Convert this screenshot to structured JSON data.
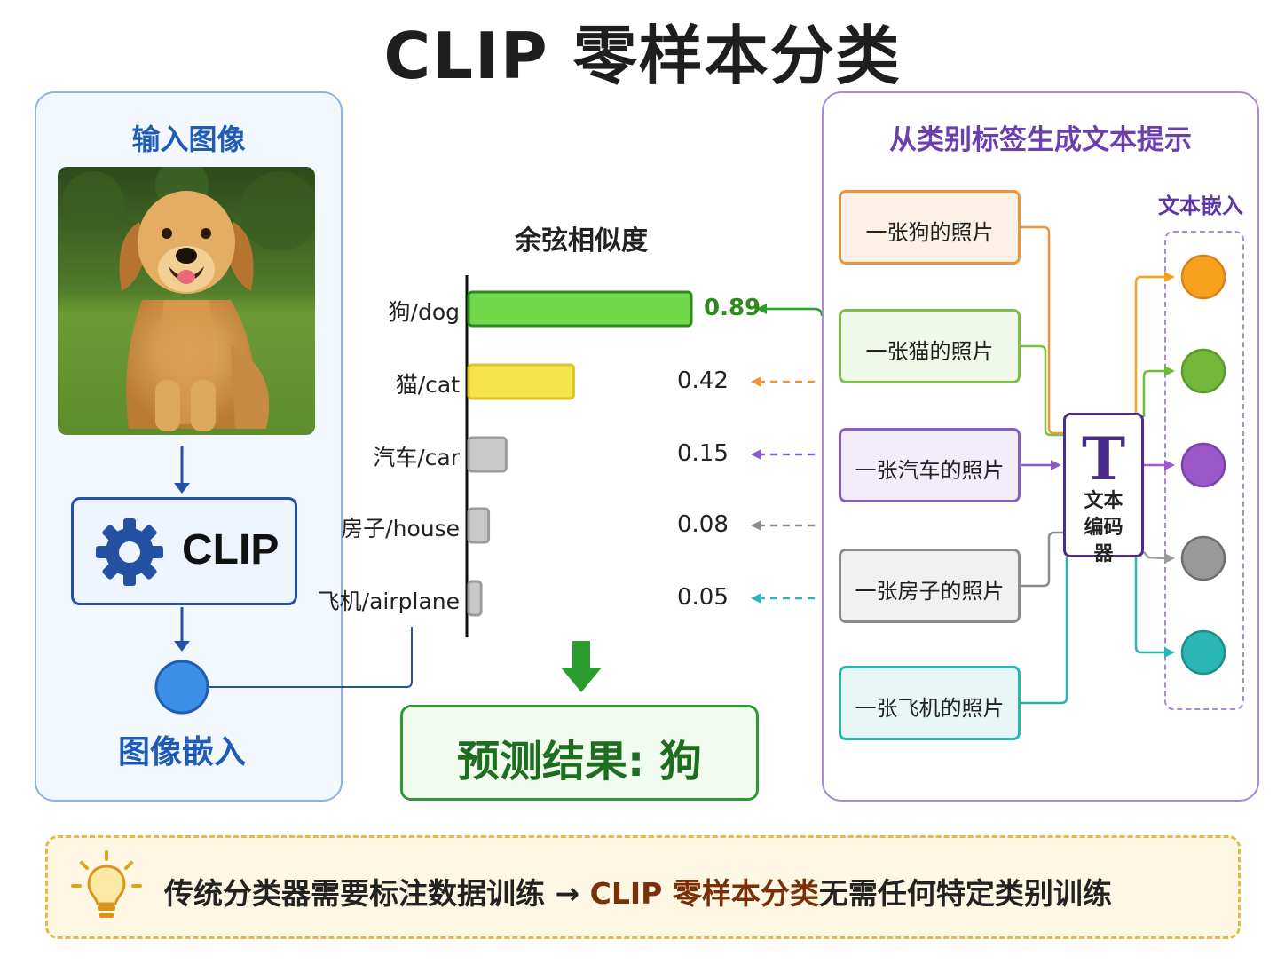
{
  "title": "CLIP 零样本分类",
  "left_panel": {
    "title": "输入图像",
    "model_label": "CLIP",
    "embedding_label": "图像嵌入"
  },
  "similarity": {
    "title": "余弦相似度",
    "result": "预测结果: 狗"
  },
  "chart_data": {
    "type": "bar",
    "orientation": "horizontal",
    "title": "余弦相似度",
    "categories": [
      "狗/dog",
      "猫/cat",
      "汽车/car",
      "房子/house",
      "飞机/airplane"
    ],
    "values": [
      0.89,
      0.42,
      0.15,
      0.08,
      0.05
    ],
    "value_labels": [
      "0.89",
      "0.42",
      "0.15",
      "0.08",
      "0.05"
    ],
    "bar_colors": [
      "#6fd94a",
      "#f5e44c",
      "#c9c9c9",
      "#c9c9c9",
      "#c9c9c9"
    ],
    "xlim": [
      0,
      1
    ]
  },
  "right_panel": {
    "title": "从类别标签生成文本提示",
    "embed_title": "文本嵌入",
    "encoder_symbol": "T",
    "encoder_label": "文本编码器",
    "prompts": [
      {
        "text": "一张狗的照片",
        "color": "#f0923a",
        "fill": "#fdf0e6"
      },
      {
        "text": "一张猫的照片",
        "color": "#7dbd4a",
        "fill": "#f0f8ea"
      },
      {
        "text": "一张汽车的照片",
        "color": "#8a5cc8",
        "fill": "#f3ecfb"
      },
      {
        "text": "一张房子的照片",
        "color": "#8c8c8c",
        "fill": "#f1f1f1"
      },
      {
        "text": "一张飞机的照片",
        "color": "#2bb5b0",
        "fill": "#e8f7f6"
      }
    ],
    "embedding_colors": [
      "#f7a21e",
      "#74b83a",
      "#9b59c9",
      "#9a9a9a",
      "#2bb8b4"
    ]
  },
  "note": {
    "part1": "传统分类器需要标注数据训练",
    "arrow": "→",
    "highlight": "CLIP 零样本分类",
    "part2": "无需任何特定类别训练"
  }
}
